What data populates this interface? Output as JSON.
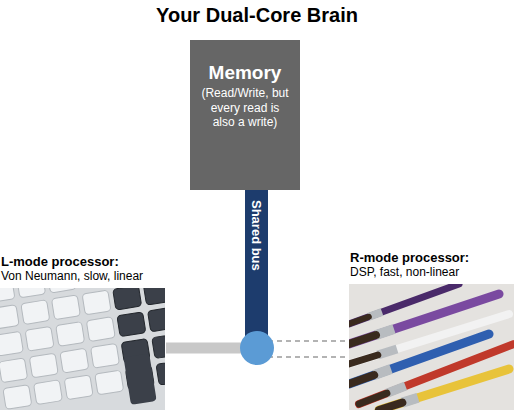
{
  "diagram": {
    "title": "Your Dual-Core Brain",
    "nodes": [
      {
        "text": [
          "Memory",
          "(Read/Write, but every read is also a write)"
        ]
      },
      {
        "text": [
          "Shared bus"
        ]
      },
      {
        "text": [
          "L-mode processor:",
          "Von Neumann, slow, linear"
        ]
      },
      {
        "text": [
          "R-mode processor:",
          "DSP, fast, non-linear"
        ]
      }
    ],
    "edges": [
      {
        "from": 2,
        "to": 1,
        "arrow": "none"
      },
      {
        "from": 1,
        "to": 3,
        "arrow": "none"
      }
    ]
  }
}
